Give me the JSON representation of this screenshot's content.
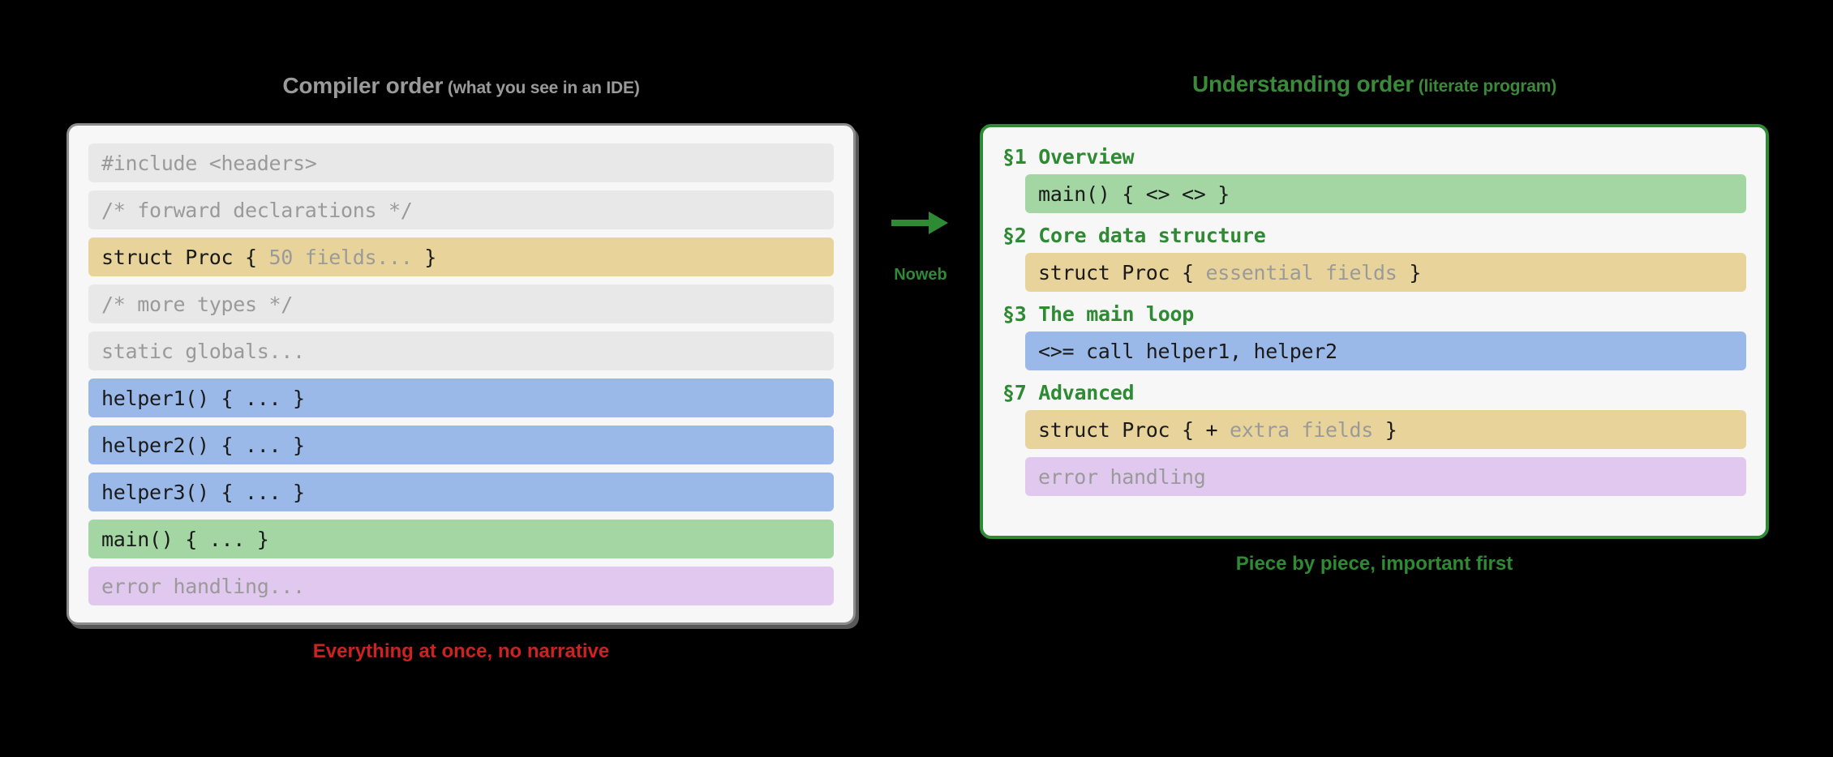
{
  "left_panel": {
    "title": "Compiler order",
    "title_sub": "(what you see in an IDE)",
    "caption": "Everything at once, no narrative",
    "rows": [
      {
        "tone": "grey",
        "text": "#include <headers>"
      },
      {
        "tone": "grey",
        "text": "/* forward declarations */"
      },
      {
        "tone": "tan",
        "text_bold": "struct Proc { ",
        "text_dim": "50 fields...",
        "text_tail": " }"
      },
      {
        "tone": "grey",
        "text": "/* more types */"
      },
      {
        "tone": "grey",
        "text": "static globals..."
      },
      {
        "tone": "blue",
        "text": "helper1() { ... }"
      },
      {
        "tone": "blue",
        "text": "helper2() { ... }"
      },
      {
        "tone": "blue",
        "text": "helper3() { ... }"
      },
      {
        "tone": "green",
        "text": "main() { ... }"
      },
      {
        "tone": "purple",
        "text": "error handling..."
      }
    ]
  },
  "connector": {
    "label": "Noweb",
    "arrow_color": "#2f8a34"
  },
  "right_panel": {
    "title": "Understanding order",
    "title_sub": "(literate program)",
    "caption": "Piece by piece, important first",
    "sections": [
      {
        "heading": "§1 Overview",
        "rows": [
          {
            "tone": "green",
            "text": "main() { <> <> }"
          }
        ]
      },
      {
        "heading": "§2 Core data structure",
        "rows": [
          {
            "tone": "tan",
            "text_bold": "struct Proc { ",
            "text_dim": "essential fields",
            "text_tail": " }"
          }
        ]
      },
      {
        "heading": "§3 The main loop",
        "rows": [
          {
            "tone": "blue",
            "text": "<>= call helper1, helper2"
          }
        ]
      },
      {
        "heading": "§7 Advanced",
        "rows": [
          {
            "tone": "tan",
            "text_bold": "struct Proc { + ",
            "text_dim": "extra fields",
            "text_tail": " }"
          },
          {
            "tone": "purple",
            "text": "error handling"
          }
        ]
      }
    ]
  },
  "colors": {
    "background": "#000000",
    "grey_row": "#e8e8e8",
    "tan_row": "#e8d49a",
    "blue_row": "#9bb9e8",
    "green_row": "#a3d6a3",
    "purple_row": "#e1c8ef",
    "green_accent": "#2f8a34",
    "red_accent": "#cc2222",
    "grey_accent": "#9a9a9a"
  }
}
